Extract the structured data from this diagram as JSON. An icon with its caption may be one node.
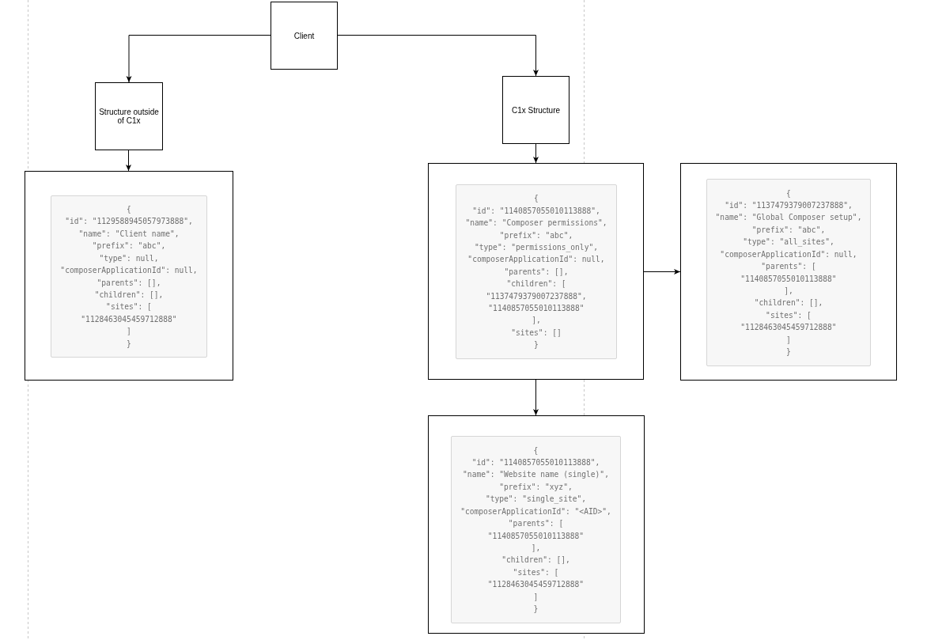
{
  "diagram": {
    "nodes": [
      {
        "text": [
          "Client"
        ]
      },
      {
        "text": [
          "Structure outside of C1x"
        ]
      },
      {
        "text": [
          "C1x Structure"
        ]
      },
      {
        "text": [],
        "shape": "box"
      },
      {
        "text": [
          "{",
          "\"id\": \"1129588945057973888\",",
          "\"name\": \"Client name\",",
          "\"prefix\": \"abc\",",
          "\"type\": null,",
          "\"composerApplicationId\": null,",
          "\"parents\": [],",
          "\"children\": [],",
          "\"sites\": [",
          "\"1128463045459712888\"",
          "]",
          "}"
        ],
        "in": 3
      },
      {
        "text": [],
        "shape": "box"
      },
      {
        "text": [
          "{",
          "\"id\": \"1140857055010113888\",",
          "\"name\": \"Composer permissions\",",
          "\"prefix\": \"abc\",",
          "\"type\": \"permissions_only\",",
          "\"composerApplicationId\": null,",
          "\"parents\": [],",
          "\"children\": [",
          "\"1137479379007237888\",",
          "\"1140857055010113888\"",
          "],",
          "\"sites\": []",
          "}"
        ],
        "in": 5
      },
      {
        "text": [],
        "shape": "box"
      },
      {
        "text": [
          "{",
          "\"id\": \"1137479379007237888\",",
          "\"name\": \"Global Composer setup\",",
          "\"prefix\": \"abc\",",
          "\"type\": \"all_sites\",",
          "\"composerApplicationId\": null,",
          "\"parents\": [",
          "\"1140857055010113888\"",
          "],",
          "\"children\": [],",
          "\"sites\": [",
          "\"1128463045459712888\"",
          "]",
          "}"
        ],
        "in": 7
      },
      {
        "text": [],
        "shape": "box"
      },
      {
        "text": [
          "{",
          "\"id\": \"1140857055010113888\",",
          "\"name\": \"Website name (single)\",",
          "\"prefix\": \"xyz\",",
          "\"type\": \"single_site\",",
          "\"composerApplicationId\": \"<AID>\",",
          "\"parents\": [",
          "\"1140857055010113888\"",
          "],",
          "\"children\": [],",
          "\"sites\": [",
          "\"1128463045459712888\"",
          "]",
          "}"
        ],
        "in": 9
      }
    ],
    "edges": [
      {
        "from": 0,
        "to": 1,
        "arrow": "to"
      },
      {
        "from": 0,
        "to": 2,
        "arrow": "to"
      },
      {
        "from": 1,
        "to": 3,
        "arrow": "to"
      },
      {
        "from": 2,
        "to": 5,
        "arrow": "to"
      },
      {
        "from": 5,
        "to": 7,
        "arrow": "to"
      },
      {
        "from": 5,
        "to": 9,
        "arrow": "to"
      }
    ]
  }
}
